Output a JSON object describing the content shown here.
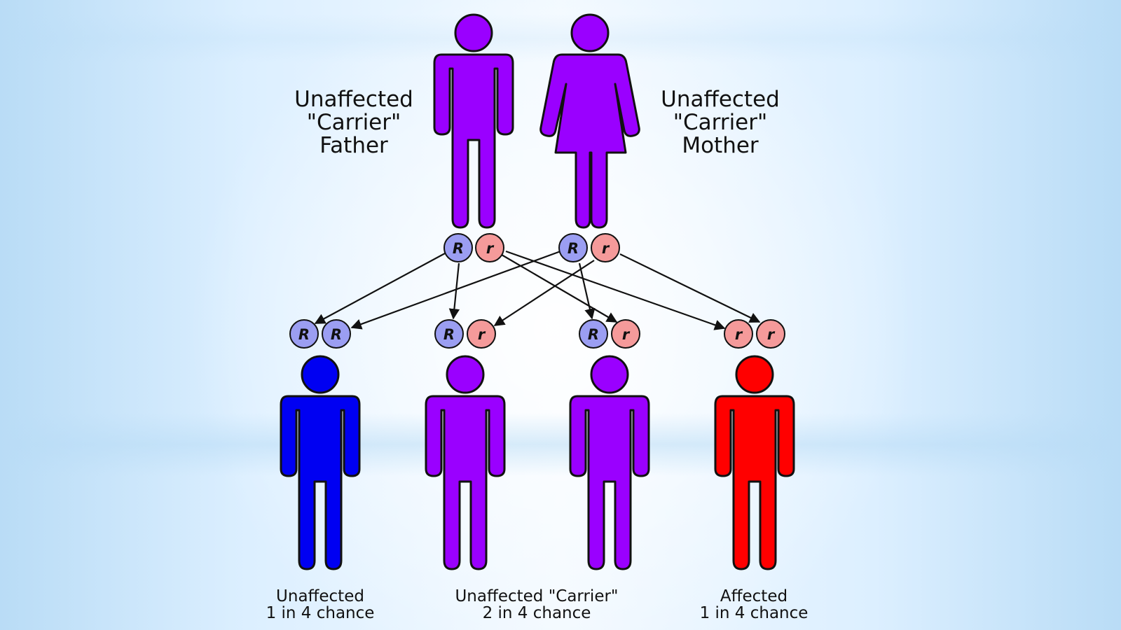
{
  "colors": {
    "carrier": "#9a00ff",
    "unaffected": "#0000f2",
    "affected": "#ff0000",
    "dominant_allele": "#9b9ef2",
    "recessive_allele": "#f59a9a"
  },
  "parents": {
    "father": {
      "label_lines": [
        "Unaffected",
        "\"Carrier\"",
        "Father"
      ],
      "alleles": [
        "R",
        "r"
      ]
    },
    "mother": {
      "label_lines": [
        "Unaffected",
        "\"Carrier\"",
        "Mother"
      ],
      "alleles": [
        "R",
        "r"
      ]
    }
  },
  "children": [
    {
      "genotype": [
        "R",
        "R"
      ],
      "status": "unaffected"
    },
    {
      "genotype": [
        "R",
        "r"
      ],
      "status": "carrier"
    },
    {
      "genotype": [
        "R",
        "r"
      ],
      "status": "carrier"
    },
    {
      "genotype": [
        "r",
        "r"
      ],
      "status": "affected"
    }
  ],
  "outcome_labels": {
    "unaffected": [
      "Unaffected",
      "1 in 4 chance"
    ],
    "carrier": [
      "Unaffected \"Carrier\"",
      "2 in 4 chance"
    ],
    "affected": [
      "Affected",
      "1 in 4 chance"
    ]
  }
}
